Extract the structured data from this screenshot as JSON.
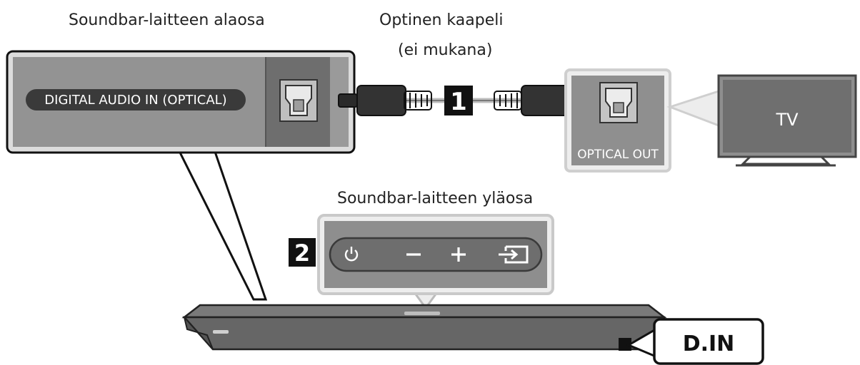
{
  "labels": {
    "bottom_title": "Soundbar-laitteen alaosa",
    "cable_title_line1": "Optinen kaapeli",
    "cable_title_line2": "(ei mukana)",
    "top_title": "Soundbar-laitteen yläosa",
    "port_label": "DIGITAL AUDIO IN (OPTICAL)",
    "optical_out": "OPTICAL OUT",
    "tv": "TV",
    "step1": "1",
    "step2": "2",
    "display": "D.IN"
  },
  "icons": {
    "power": "power-icon",
    "minus": "minus-icon",
    "plus": "plus-icon",
    "source": "source-input-icon"
  },
  "colors": {
    "panel_gray": "#8c8c8c",
    "dark_gray": "#5a5a5a",
    "light_border": "#d8d8d8",
    "black": "#111111"
  }
}
